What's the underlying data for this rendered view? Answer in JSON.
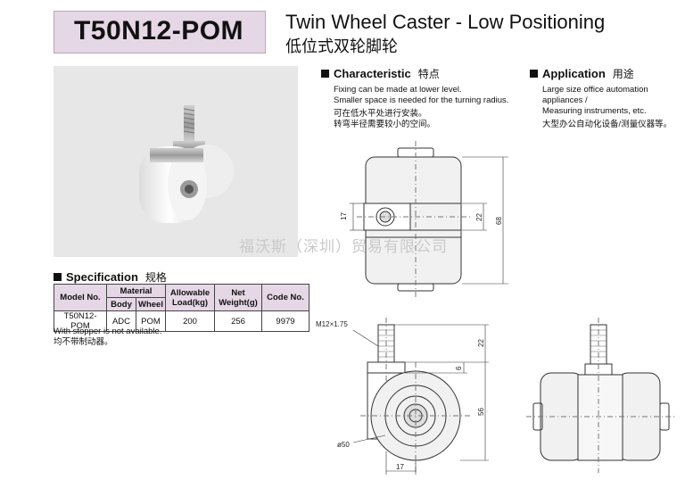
{
  "header": {
    "model_code": "T50N12-POM",
    "title_en": "Twin Wheel Caster - Low Positioning",
    "title_zh": "低位式双轮脚轮"
  },
  "characteristic": {
    "heading_en": "Characteristic",
    "heading_zh": "特点",
    "lines": [
      "Fixing can be made at lower level.",
      "Smaller space is needed for the turning radius.",
      "可在低水平处进行安装。",
      "转弯半径需要较小的空间。"
    ]
  },
  "application": {
    "heading_en": "Application",
    "heading_zh": "用途",
    "lines": [
      "Large size office automation",
      "appliances /",
      "Measuring instruments, etc.",
      "大型办公自动化设备/测量仪器等。"
    ]
  },
  "specification": {
    "heading_en": "Specification",
    "heading_zh": "规格",
    "headers": {
      "model_no": "Model No.",
      "material": "Material",
      "body": "Body",
      "wheel": "Wheel",
      "allowable_load": "Allowable Load(kg)",
      "net_weight": "Net Weight(g)",
      "code_no": "Code No."
    },
    "row": {
      "model_no": "T50N12-POM",
      "body": "ADC",
      "wheel": "POM",
      "allowable_load": "200",
      "net_weight": "256",
      "code_no": "9979"
    },
    "notes": [
      "With stopper is not available.",
      "均不带制动器。"
    ]
  },
  "drawing_labels": {
    "top_17": "17",
    "top_22": "22",
    "top_68": "68",
    "thread": "M12×1.75",
    "side_22": "22",
    "side_6": "6",
    "side_56": "56",
    "diameter": "ø50",
    "bottom_17": "17"
  },
  "watermark": "福沃斯（深圳）贸易有限公司",
  "colors": {
    "accent": "#e6d7e6"
  }
}
